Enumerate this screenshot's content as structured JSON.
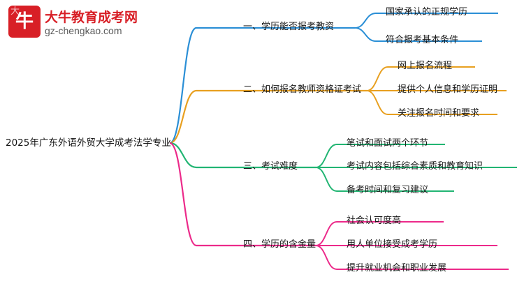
{
  "logo": {
    "badge_small_char": "大",
    "badge_big_char": "牛",
    "title": "大牛教育成考网",
    "subtitle": "gz-chengkao.com",
    "brand_color": "#d81f26"
  },
  "diagram": {
    "type": "mindmap",
    "root": "2025年广东外语外贸大学成考法学专业",
    "branches": [
      {
        "label": "一、学历能否报考教资",
        "color": "#2b8fd6",
        "children": [
          "国家承认的正规学历",
          "符合报考基本条件"
        ]
      },
      {
        "label": "二、如何报名教师资格证考试",
        "color": "#e8a020",
        "children": [
          "网上报名流程",
          "提供个人信息和学历证明",
          "关注报名时间和要求"
        ]
      },
      {
        "label": "三、考试难度",
        "color": "#22b573",
        "children": [
          "笔试和面试两个环节",
          "考试内容包括综合素质和教育知识",
          "备考时间和复习建议"
        ]
      },
      {
        "label": "四、学历的含金量",
        "color": "#ec2a8a",
        "children": [
          "社会认可度高",
          "用人单位接受成考学历",
          "提升就业机会和职业发展"
        ]
      }
    ]
  }
}
